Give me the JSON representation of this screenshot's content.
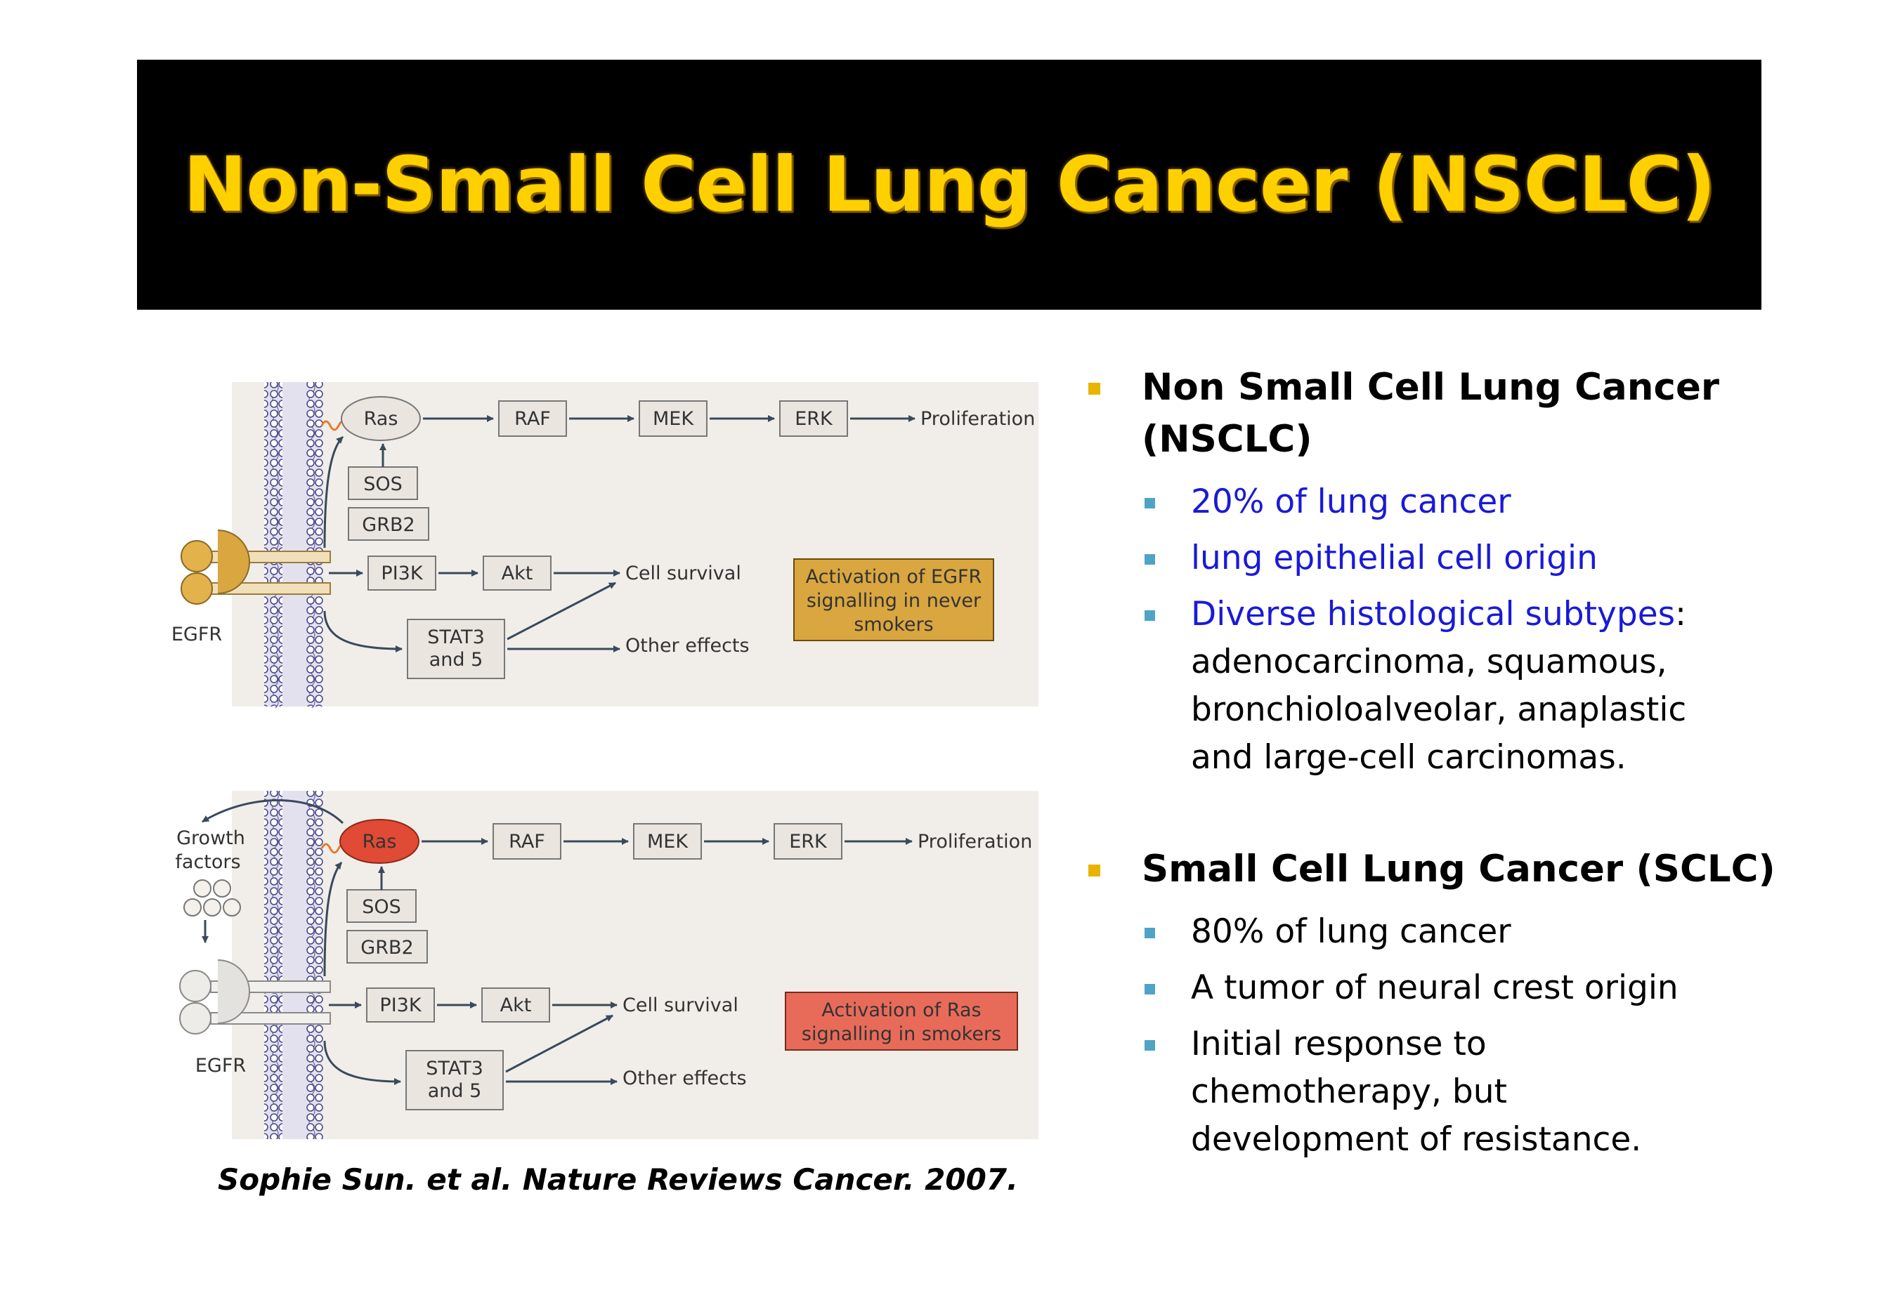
{
  "title": "Non-Small Cell Lung Cancer (NSCLC)",
  "colors": {
    "title_text": "#FFD000",
    "title_band": "#000000",
    "bullet_main": "#E8B400",
    "bullet_sub": "#4FA3C7",
    "sub_text_blue": "#1A1AD6",
    "panel_bg": "#F1EEE9",
    "egfr_box": "#D9A640",
    "ras_box": "#E86B5A",
    "ras_active": "#E14A35"
  },
  "diagrams": [
    {
      "nodes": {
        "ras": "Ras",
        "raf": "RAF",
        "mek": "MEK",
        "erk": "ERK",
        "sos": "SOS",
        "grb2": "GRB2",
        "pi3k": "PI3K",
        "akt": "Akt",
        "stat_line1": "STAT3",
        "stat_line2": "and 5"
      },
      "outputs": {
        "proliferation": "Proliferation",
        "cell_survival": "Cell survival",
        "other_effects": "Other effects"
      },
      "receptor": "EGFR",
      "callout": [
        "Activation of EGFR",
        "signalling in never",
        "smokers"
      ]
    },
    {
      "nodes": {
        "ras": "Ras",
        "raf": "RAF",
        "mek": "MEK",
        "erk": "ERK",
        "sos": "SOS",
        "grb2": "GRB2",
        "pi3k": "PI3K",
        "akt": "Akt",
        "stat_line1": "STAT3",
        "stat_line2": "and 5"
      },
      "outputs": {
        "proliferation": "Proliferation",
        "cell_survival": "Cell survival",
        "other_effects": "Other effects"
      },
      "receptor": "EGFR",
      "growth_factors": [
        "Growth",
        "factors"
      ],
      "callout": [
        "Activation of Ras",
        "signalling in smokers"
      ]
    }
  ],
  "citation": "Sophie Sun. et al. Nature Reviews Cancer. 2007.",
  "sections": [
    {
      "heading": [
        "Non Small Cell Lung Cancer",
        "(NSCLC)"
      ],
      "items": [
        {
          "text": "20% of lung cancer"
        },
        {
          "text": "lung epithelial cell origin"
        },
        {
          "highlight": "Diverse histological subtypes",
          "rest": ":",
          "continuation": [
            "adenocarcinoma, squamous,",
            "bronchioloalveolar, anaplastic",
            "and large-cell carcinomas."
          ]
        }
      ]
    },
    {
      "heading": [
        "Small Cell Lung Cancer (SCLC)"
      ],
      "items": [
        {
          "text": "80% of lung cancer"
        },
        {
          "text": "A tumor of neural crest origin"
        },
        {
          "lines": [
            "Initial response to",
            "chemotherapy, but",
            "development of resistance."
          ]
        }
      ]
    }
  ]
}
